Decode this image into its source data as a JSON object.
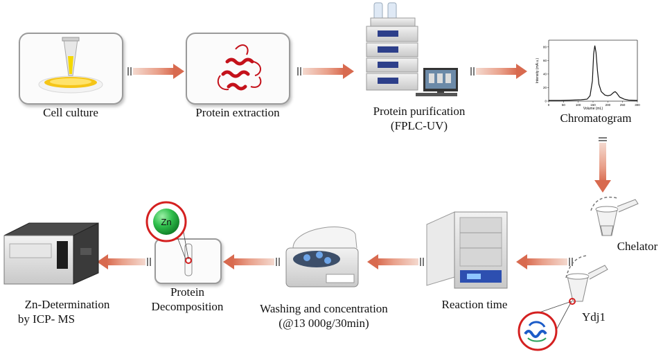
{
  "steps": {
    "cell_culture": "Cell culture",
    "protein_extraction": "Protein extraction",
    "protein_purification": "Protein purification",
    "fplc": "(FPLC-UV)",
    "chromatogram": "Chromatogram",
    "chelator": "Chelator",
    "ydj1": "Ydj1",
    "reaction_time": "Reaction time",
    "washing": "Washing and concentration",
    "washing_params": "(@13 000g/30min)",
    "protein_decomp_1": "Protein",
    "protein_decomp_2": "Decomposition",
    "zn_det_1": "Zn-Determination",
    "zn_det_2": "by  ICP- MS",
    "zn_symbol": "Zn"
  },
  "chart_data": {
    "type": "line",
    "xlabel": "Volume (mL)",
    "ylabel": "Intensity (mA.u.)",
    "x_ticks": [
      "0",
      "50",
      "100",
      "150",
      "200",
      "250",
      "300"
    ],
    "y_ticks": [
      "0",
      "20",
      "40",
      "60",
      "80"
    ],
    "xlim": [
      0,
      300
    ],
    "ylim": [
      0,
      90
    ],
    "series": [
      {
        "x": [
          0,
          40,
          80,
          110,
          130,
          140,
          148,
          152,
          156,
          160,
          165,
          170,
          178,
          190,
          200,
          210,
          220,
          225,
          230,
          240,
          255,
          270,
          300
        ],
        "values": [
          1,
          1,
          1.5,
          2,
          3,
          8,
          30,
          70,
          82,
          72,
          45,
          25,
          14,
          9,
          8,
          9,
          13,
          14,
          12,
          6,
          3,
          1.5,
          1
        ]
      }
    ]
  },
  "colors": {
    "arrow": "#e0826a",
    "arrow_dark": "#b9503a",
    "box_border": "#9a9a9a",
    "highlight_red": "#d42020",
    "zn_green": "#27b044",
    "protein_red": "#c4121b",
    "protein_blue": "#1c5cc8"
  }
}
